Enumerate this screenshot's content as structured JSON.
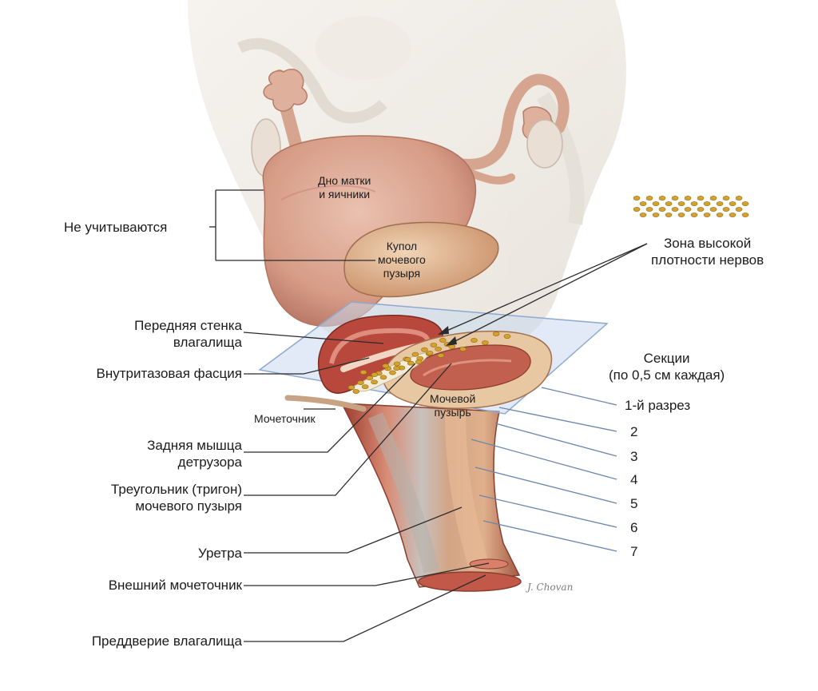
{
  "labels": {
    "not_counted": "Не учитываются",
    "uterus_fundus": [
      "Дно матки",
      "и яичники"
    ],
    "bladder_dome": [
      "Купол",
      "мочевого",
      "пузыря"
    ],
    "high_nerve_zone": [
      "Зона высокой",
      "плотности нервов"
    ],
    "anterior_vaginal_wall": [
      "Передняя стенка",
      "влагалища"
    ],
    "endopelvic_fascia": "Внутритазовая фасция",
    "ureter": "Мочеточник",
    "bladder": [
      "Мочевой",
      "пузырь"
    ],
    "posterior_detrusor": [
      "Задняя мышца",
      "детрузора"
    ],
    "trigone": [
      "Треугольник (тригон)",
      "мочевого пузыря"
    ],
    "urethra": "Уретра",
    "external_meatus": "Внешний мочеточник",
    "vestibule": "Преддверие влагалища"
  },
  "sections": {
    "title": [
      "Секции",
      "(по 0,5 см каждая)"
    ],
    "items": [
      "1-й разрез",
      "2",
      "3",
      "4",
      "5",
      "6",
      "7"
    ]
  },
  "signature": "J. Chovan",
  "colors": {
    "leader_line": "#2b2b2b",
    "section_line": "#6a86ad",
    "nerve_dot": "#d4a22c",
    "uterus": "#d8a08c",
    "bladder": "#d9a07d",
    "vaginal_wall": "#b8483c",
    "plane": "#c9d9ee"
  }
}
